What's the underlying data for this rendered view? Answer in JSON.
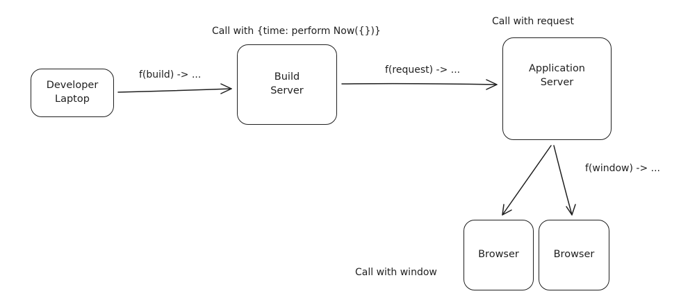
{
  "nodes": {
    "developer_laptop": {
      "line1": "Developer",
      "line2": "Laptop"
    },
    "build_server": {
      "line1": "Build",
      "line2": "Server"
    },
    "application_server": {
      "line1": "Application",
      "line2": "Server"
    },
    "browser_1": {
      "label": "Browser"
    },
    "browser_2": {
      "label": "Browser"
    }
  },
  "edges": {
    "laptop_to_build": "f(build) -> ...",
    "build_to_app": "f(request) -> ...",
    "app_to_browsers": "f(window) -> ..."
  },
  "annotations": {
    "build_server": "Call with {time: perform Now({})}",
    "application_server": "Call with request",
    "browsers": "Call with window"
  },
  "colors": {
    "stroke": "#1e1e1e",
    "background": "#ffffff"
  }
}
